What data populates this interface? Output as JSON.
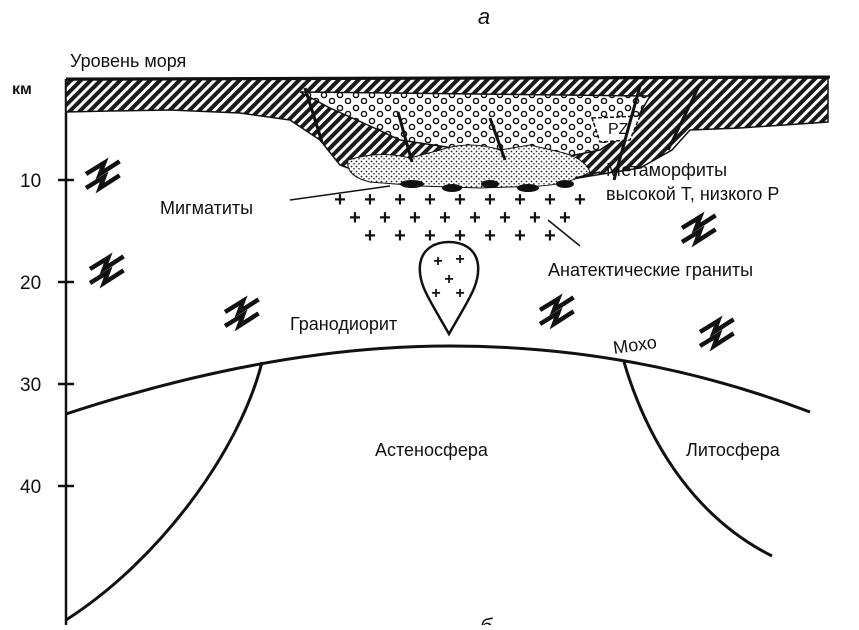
{
  "figure": {
    "panel_letter": "a",
    "bottom_panel_letter": "б",
    "sea_level_label": "Уровень моря",
    "unit_label": "км",
    "depth_ticks": [
      "10",
      "20",
      "30",
      "40"
    ],
    "labels": {
      "pz": "PZ",
      "metamorphites_line1": "Метаморфиты",
      "metamorphites_line2": "высокой Т, низкого Р",
      "migmatites": "Мигматиты",
      "anatectic_granites": "Анатектические граниты",
      "granodiorite": "Гранодиорит",
      "moho": "Мохо",
      "asthenosphere": "Астеносфера",
      "lithosphere": "Литосфера"
    }
  }
}
